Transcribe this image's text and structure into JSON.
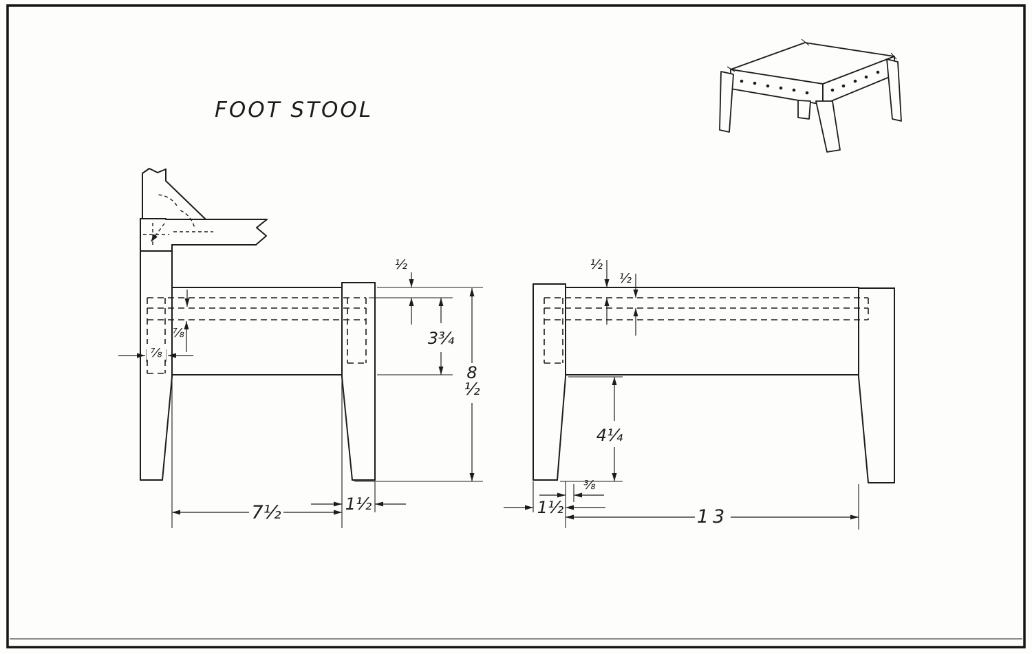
{
  "title": "FOOT STOOL",
  "colors": {
    "ink": "#1c1c1c",
    "paper": "#fdfdfc"
  },
  "left_view": {
    "dim_span": "7½",
    "dim_leg_thickness": "1½",
    "dim_mortise_width": "⅞",
    "dim_tenon": "⅞",
    "dim_setback": "½",
    "dim_rail_width": "3¾",
    "dim_height": "8½"
  },
  "right_view": {
    "dim_leg_thickness": "1½",
    "dim_span": "13",
    "dim_setback_a": "½",
    "dim_setback_b": "½",
    "dim_leg_clear": "4¼",
    "dim_offset": "⅜"
  }
}
